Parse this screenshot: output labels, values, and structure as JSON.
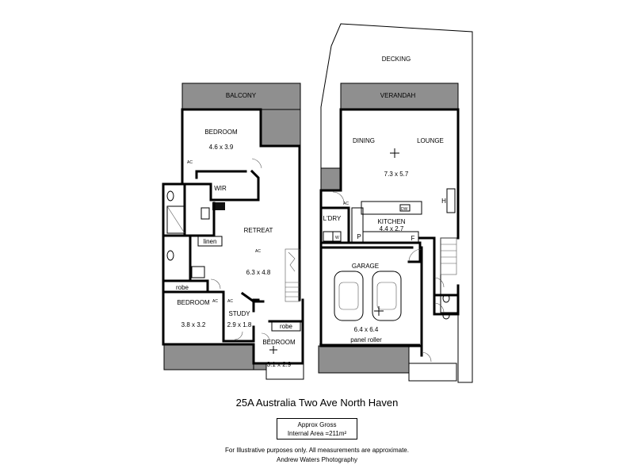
{
  "plan": {
    "labels": {
      "decking": "DECKING",
      "verandah": "VERANDAH",
      "balcony": "BALCONY",
      "bedroom1": "BEDROOM",
      "bedroom1_dim": "4.6 x 3.9",
      "wir": "WIR",
      "retreat": "RETREAT",
      "retreat_dim": "6.3 x 4.8",
      "linen": "linen",
      "robe1": "robe",
      "bedroom2": "BEDROOM",
      "bedroom2_dim": "3.8 x 3.2",
      "study": "STUDY",
      "study_dim": "2.9 x 1.8",
      "robe2": "robe",
      "bedroom3": "BEDROOM",
      "bedroom3_dim": "3.1 x 2.9",
      "dining": "DINING",
      "lounge": "LOUNGE",
      "living_dim": "7.3 x 5.7",
      "ldry": "L'DRY",
      "kitchen": "KITCHEN",
      "kitchen_dim": "4.4 x 2.7",
      "pantry": "P",
      "fridge": "F",
      "washer": "W",
      "heater": "H",
      "garage": "GARAGE",
      "garage_dim": "6.4 x 6.4",
      "panel_roller": "panel roller",
      "ac": "AC",
      "dw": "DW"
    }
  },
  "footer": {
    "address": "25A Australia Two Ave North Haven",
    "area_line1": "Approx Gross",
    "area_line2": "Internal Area =211m²",
    "disclaimer": "For Illustrative purposes only.  All measurements are approximate.",
    "credit": "Andrew Waters Photography"
  }
}
